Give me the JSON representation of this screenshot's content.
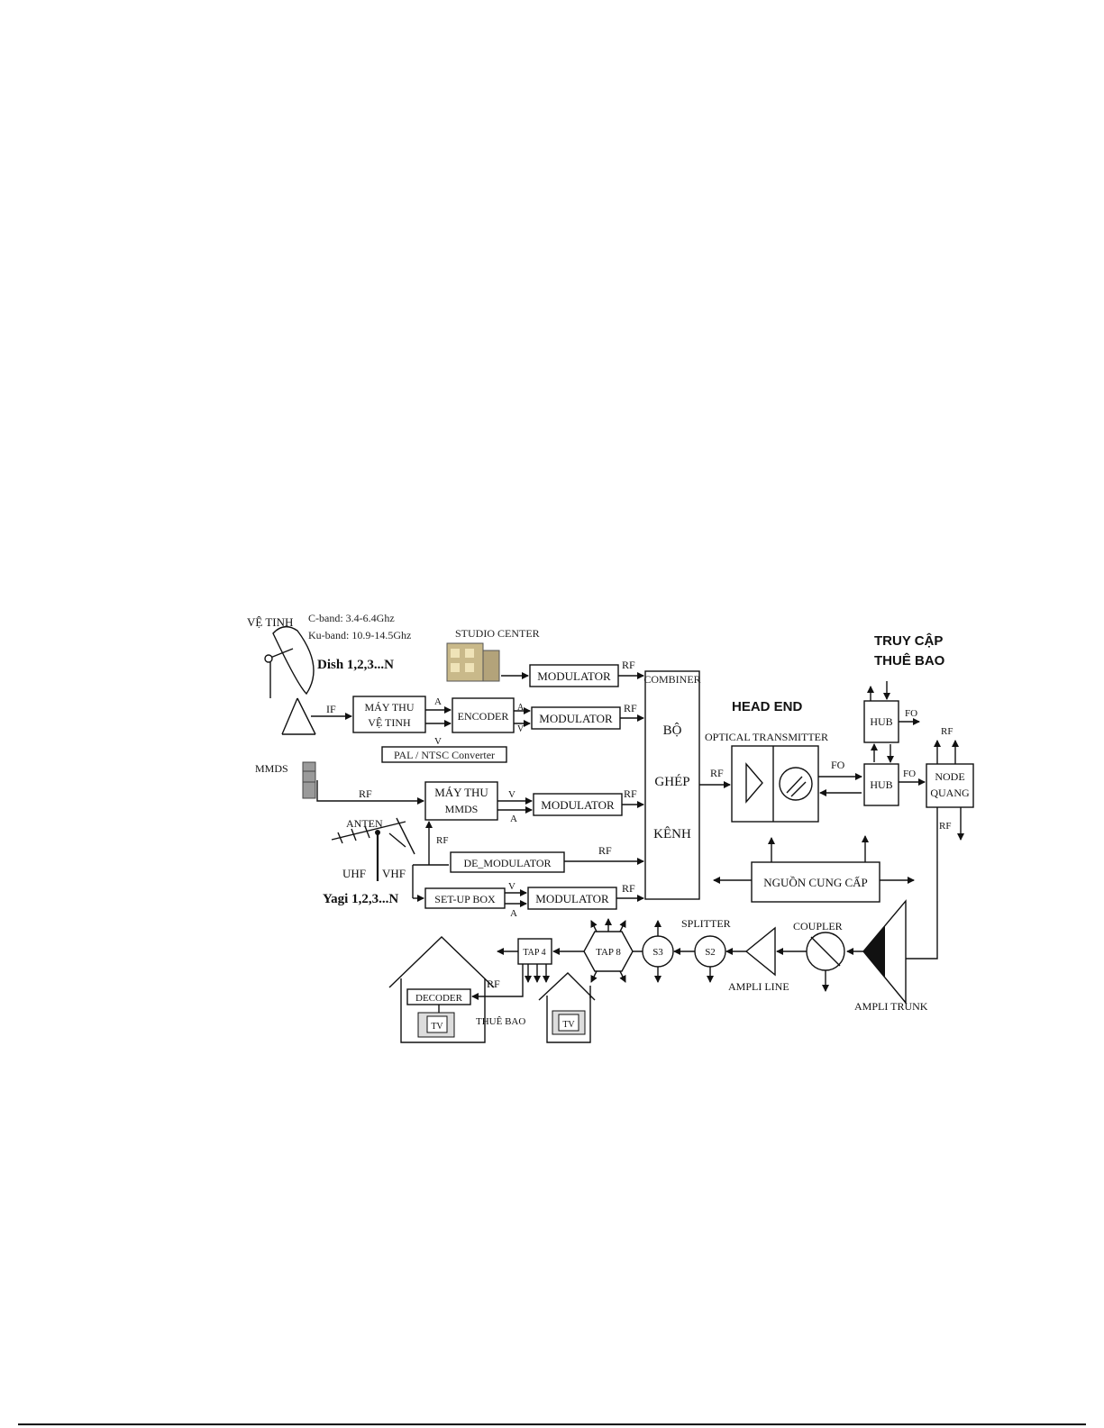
{
  "labels": {
    "ve_tinh": "VỆ TINH",
    "c_band": "C-band: 3.4-6.4Ghz",
    "ku_band": "Ku-band: 10.9-14.5Ghz",
    "dish": "Dish 1,2,3...N",
    "studio": "STUDIO CENTER",
    "modulator": "MODULATOR",
    "may_thu": "MÁY THU",
    "ve_tinh_box": "VỆ TINH",
    "encoder": "ENCODER",
    "pal": "PAL / NTSC Converter",
    "if": "IF",
    "a": "A",
    "v": "V",
    "rf": "RF",
    "fo": "FO",
    "combiner": "COMBINER",
    "bo": "BỘ",
    "ghep": "GHÉP",
    "kenh": "KÊNH",
    "head_end": "HEAD END",
    "optical_tx": "OPTICAL TRANSMITTER",
    "truy_cap": "TRUY CẬP",
    "thue_bao_title": "THUÊ BAO",
    "hub": "HUB",
    "node": "NODE",
    "quang": "QUANG",
    "mmds": "MMDS",
    "may_thu_mmds_1": "MÁY THU",
    "may_thu_mmds_2": "MMDS",
    "anten": "ANTEN",
    "uhf": "UHF",
    "vhf": "VHF",
    "yagi": "Yagi 1,2,3...N",
    "de_modulator": "DE_MODULATOR",
    "set_up_box": "SET-UP BOX",
    "nguon": "NGUỒN CUNG CẤP",
    "splitter": "SPLITTER",
    "coupler": "COUPLER",
    "s3": "S3",
    "s2": "S2",
    "tap8": "TAP 8",
    "tap4": "TAP 4",
    "ampli_line": "AMPLI LINE",
    "ampli_trunk": "AMPLI TRUNK",
    "decoder": "DECODER",
    "tv": "TV",
    "thue_bao": "THUÊ BAO"
  }
}
